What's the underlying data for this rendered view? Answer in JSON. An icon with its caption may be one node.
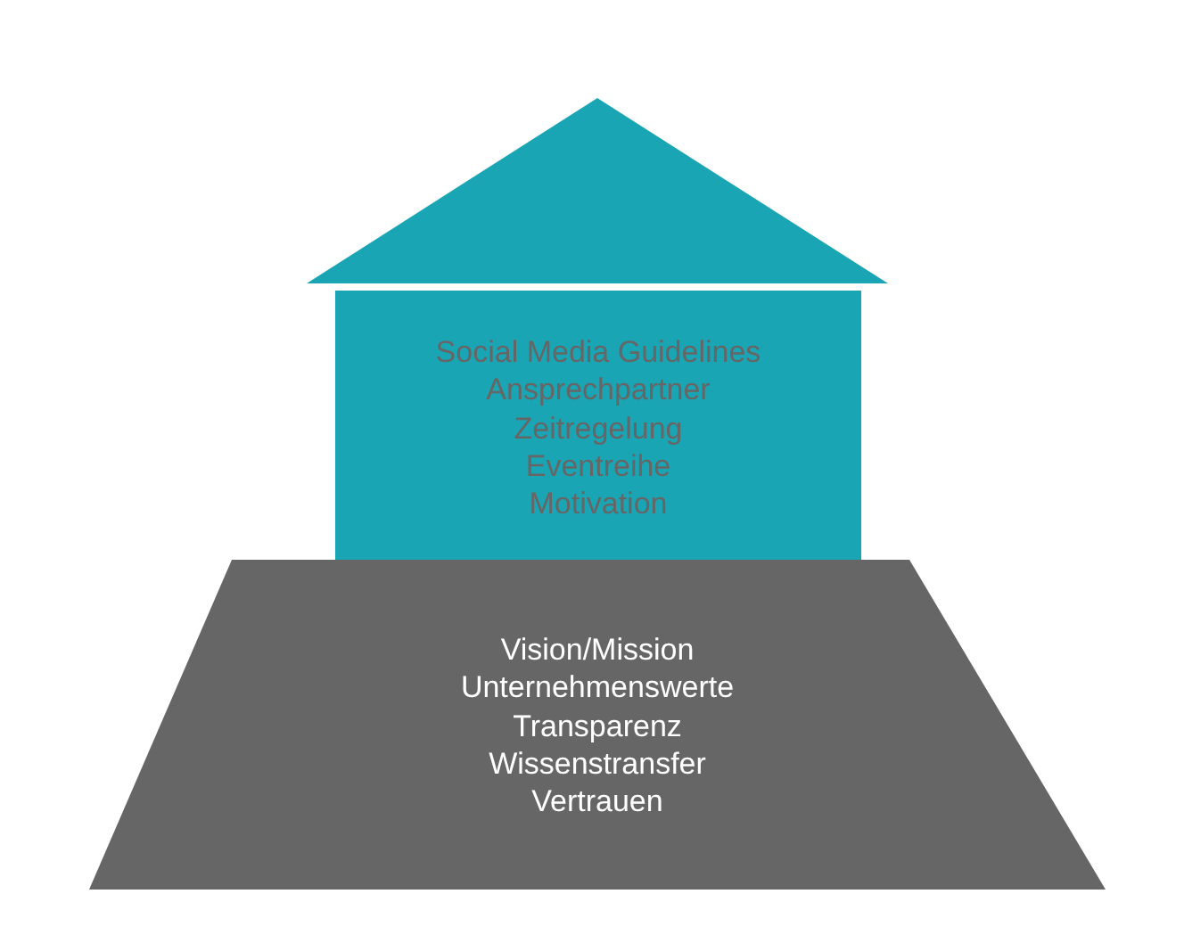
{
  "diagram": {
    "nodes": [
      {
        "text": [],
        "shape": "triangle"
      },
      {
        "text": [
          "Social Media Guidelines",
          "Ansprechpartner",
          "Zeitregelung",
          "Eventreihe",
          "Motivation"
        ]
      },
      {
        "text": [
          "Vision/Mission",
          "Unternehmenswerte",
          "Transparenz",
          "Wissenstransfer",
          "Vertrauen"
        ]
      }
    ]
  }
}
